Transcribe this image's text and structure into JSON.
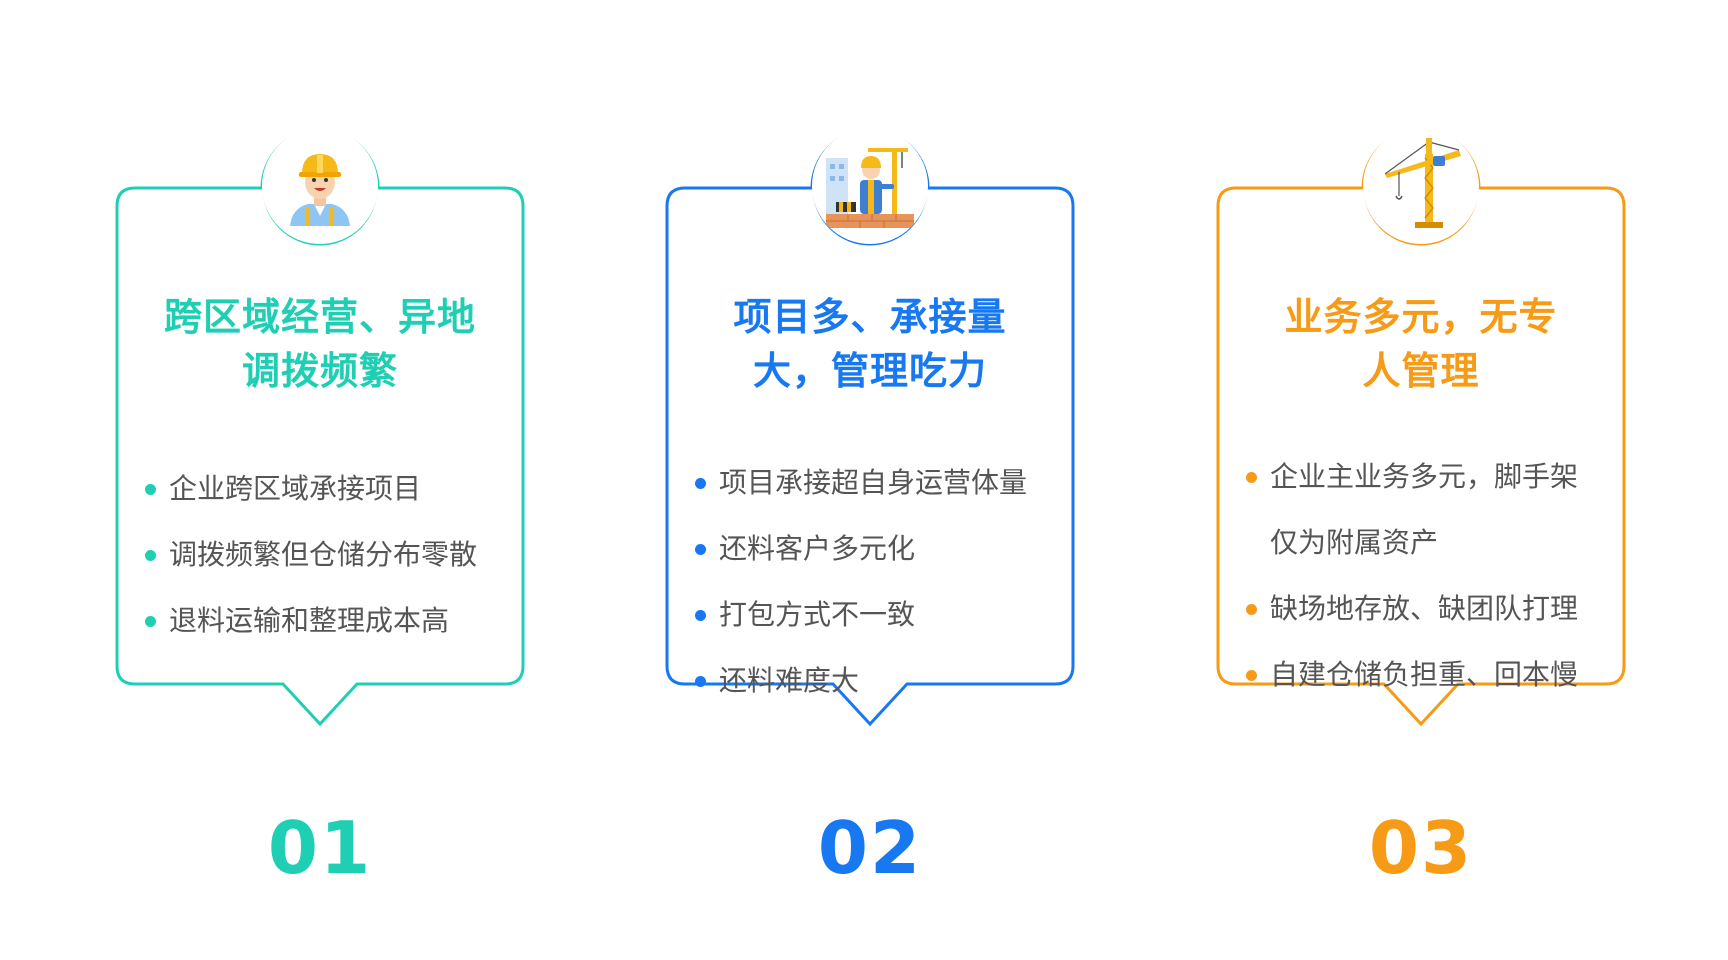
{
  "colors": {
    "teal": "#1fcfb4",
    "blue": "#1778f2",
    "orange": "#f79a16",
    "text": "#555555"
  },
  "cards": [
    {
      "number": "01",
      "icon": "worker-icon",
      "title_lines": [
        "跨区域经营、异地",
        "调拨频繁"
      ],
      "bullets": [
        [
          "企业跨区域承接项目"
        ],
        [
          "调拨频繁但仓储分布零散"
        ],
        [
          "退料运输和整理成本高"
        ]
      ]
    },
    {
      "number": "02",
      "icon": "construction-worker-icon",
      "title_lines": [
        "项目多、承接量",
        "大，管理吃力"
      ],
      "bullets": [
        [
          "项目承接超自身运营体量"
        ],
        [
          "还料客户多元化"
        ],
        [
          "打包方式不一致"
        ],
        [
          "还料难度大"
        ]
      ]
    },
    {
      "number": "03",
      "icon": "tower-crane-icon",
      "title_lines": [
        "业务多元，无专",
        "人管理"
      ],
      "bullets": [
        [
          "企业主业务多元，脚手架",
          "仅为附属资产"
        ],
        [
          "缺场地存放、缺团队打理"
        ],
        [
          "自建仓储负担重、回本慢"
        ]
      ]
    }
  ]
}
